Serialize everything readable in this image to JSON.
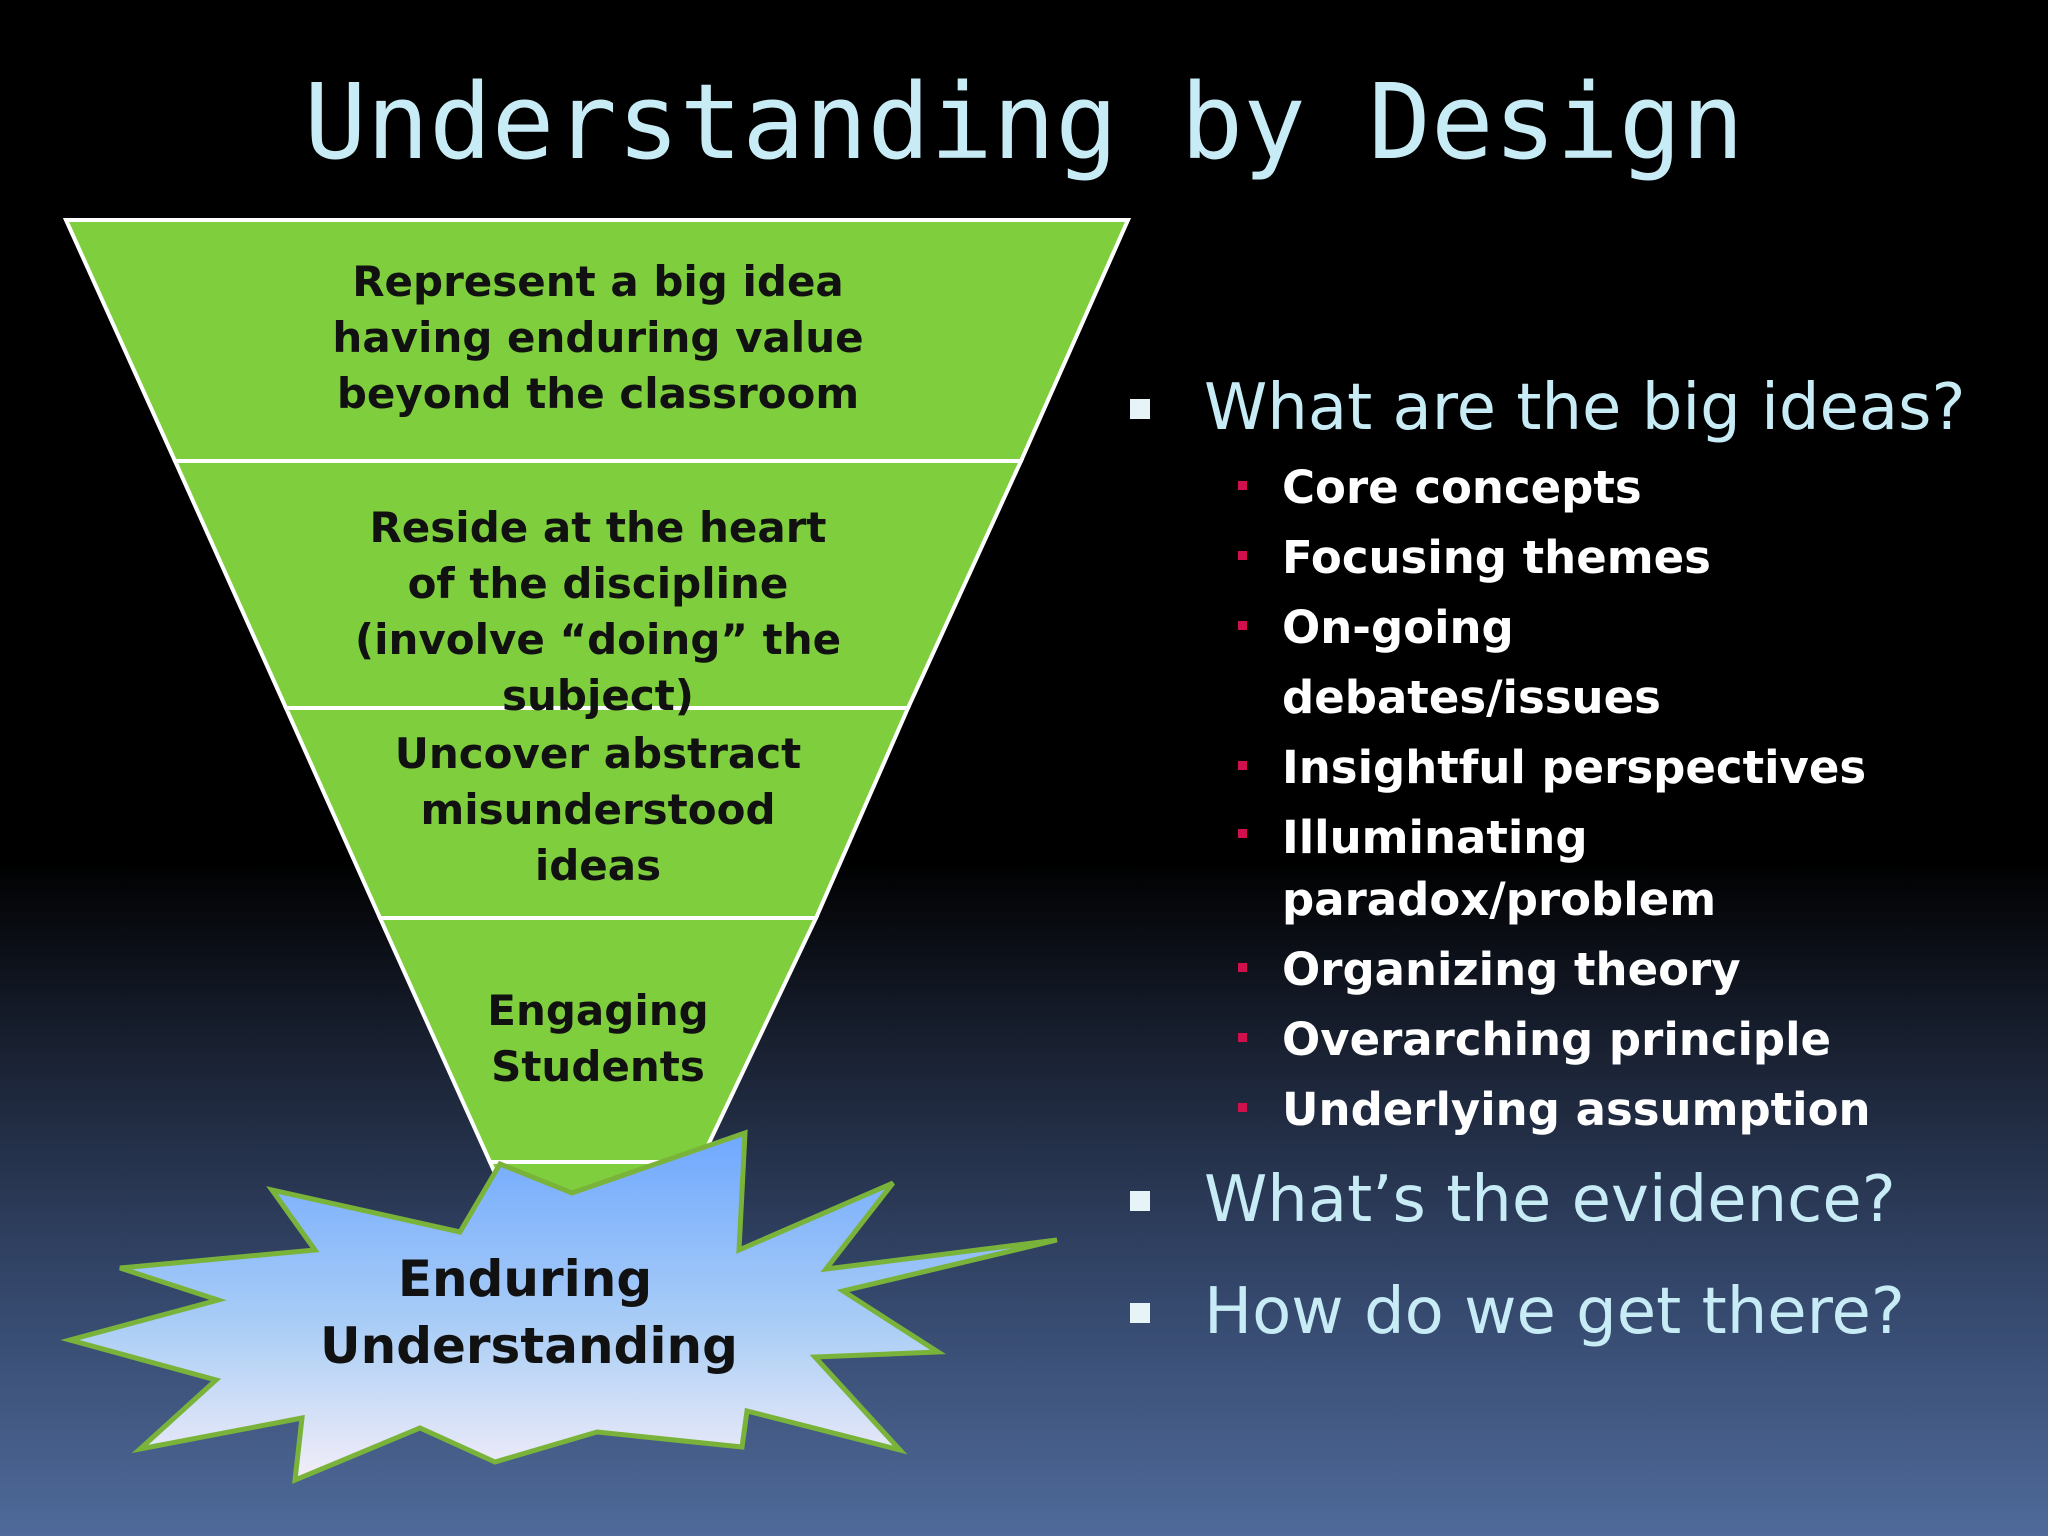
{
  "slide": {
    "title": "Understanding by Design"
  },
  "funnel": {
    "layers": [
      {
        "text": "Represent a big idea having enduring value beyond the classroom"
      },
      {
        "text": "Reside at the heart of the discipline (involve “doing” the subject)"
      },
      {
        "text": "Uncover abstract misunderstood ideas"
      },
      {
        "text": "Engaging Students"
      }
    ],
    "burst": {
      "line1": "Enduring",
      "line2": "Understanding"
    }
  },
  "bullets": [
    {
      "text": "What are the big ideas?",
      "sub": [
        "Core concepts",
        "Focusing themes",
        "On-going debates/issues",
        "Insightful perspectives",
        "Illuminating paradox/problem",
        "Organizing theory",
        "Overarching principle",
        "Underlying assumption"
      ]
    },
    {
      "text": "What’s the evidence?"
    },
    {
      "text": "How do we get there?"
    }
  ],
  "colors": {
    "funnel_fill": "#7fce3e",
    "funnel_stroke": "#ffffff",
    "burst_top": "#6fa8ff",
    "burst_bottom": "#f1ecf8",
    "burst_stroke": "#7ab33a",
    "title": "#c8ecf6",
    "main_bullet_text": "#c8ecf6",
    "sub_bullet_marker": "#d0104c"
  }
}
